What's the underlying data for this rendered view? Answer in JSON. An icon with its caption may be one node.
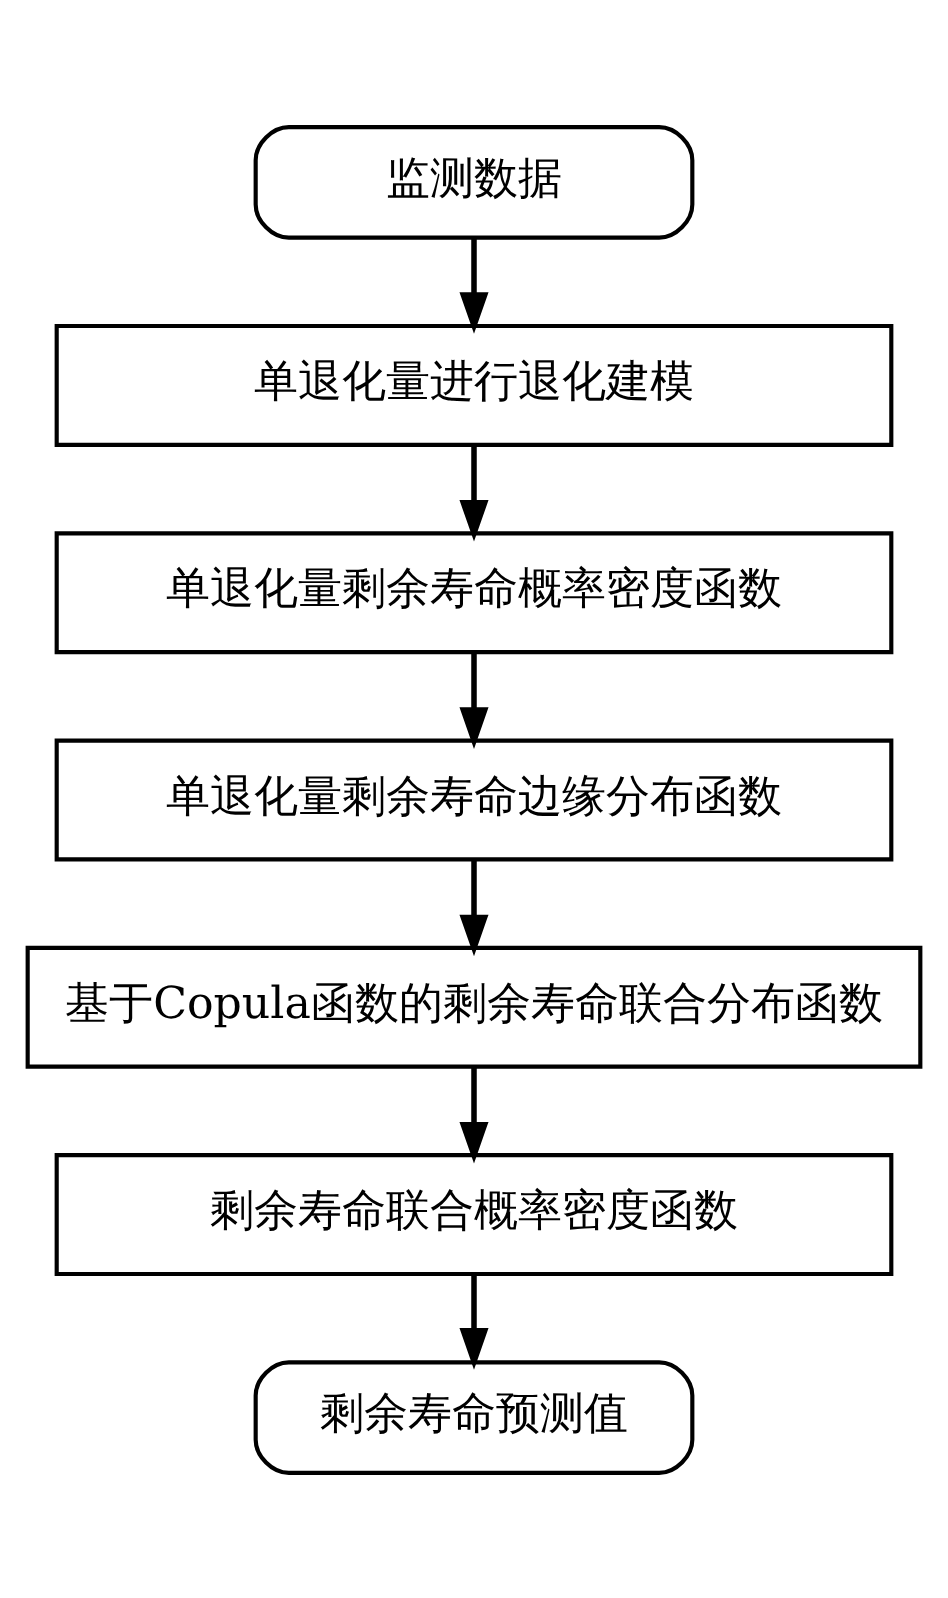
{
  "diagram": {
    "nodes": [
      {
        "text": [
          "监测数据"
        ]
      },
      {
        "text": [
          "单退化量进行退化建模"
        ]
      },
      {
        "text": [
          "单退化量剩余寿命概率密度函数"
        ]
      },
      {
        "text": [
          "单退化量剩余寿命边缘分布函数"
        ]
      },
      {
        "text": [
          "基于Copula函数的剩余寿命联合分布函数"
        ]
      },
      {
        "text": [
          "剩余寿命联合概率密度函数"
        ]
      },
      {
        "text": [
          "剩余寿命预测值"
        ]
      }
    ],
    "edges": [
      {
        "from": 0,
        "to": 1,
        "arrow": "to"
      },
      {
        "from": 1,
        "to": 2,
        "arrow": "to"
      },
      {
        "from": 2,
        "to": 3,
        "arrow": "to"
      },
      {
        "from": 3,
        "to": 4,
        "arrow": "to"
      },
      {
        "from": 4,
        "to": 5,
        "arrow": "to"
      },
      {
        "from": 5,
        "to": 6,
        "arrow": "to"
      }
    ]
  }
}
